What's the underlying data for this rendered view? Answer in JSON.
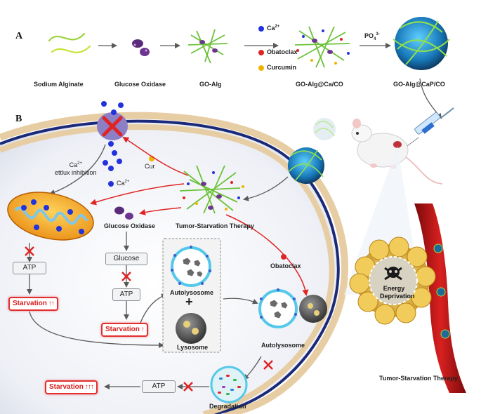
{
  "panel_a": {
    "label": "A",
    "steps": [
      {
        "name": "Sodium Alginate"
      },
      {
        "name": "Glucose Oxidase"
      },
      {
        "name": "GO-Alg"
      },
      {
        "name": "GO-Alg@Ca/CO"
      },
      {
        "name": "GO-Alg@CaP/CO"
      }
    ],
    "reagents": [
      {
        "name": "Ca",
        "sup": "2+",
        "color": "#2233dd"
      },
      {
        "name": "Obatoclax",
        "color": "#e02424"
      },
      {
        "name": "Curcumin",
        "color": "#f0b400"
      }
    ],
    "phosphate": {
      "name": "PO",
      "sub": "4",
      "sup": "3-"
    }
  },
  "panel_b": {
    "label": "B",
    "ca_efflux": {
      "name": "Ca",
      "sup": "2+",
      "text": "ettlux inhibition"
    },
    "cur": "Cur",
    "ca_ion": {
      "name": "Ca",
      "sup": "2+"
    },
    "glucose_oxidase": "Glucose Oxidase",
    "therapy_center": "Tumor-Starvation Therapy",
    "glucose": "Glucose",
    "atp_left": "ATP",
    "atp_mid": "ATP",
    "atp_bottom": "ATP",
    "starvation_left": {
      "text": "Starvation",
      "arrows": "↑↑"
    },
    "starvation_mid": {
      "text": "Starvation",
      "arrows": "↑"
    },
    "starvation_bottom": {
      "text": "Starvation",
      "arrows": "↑↑↑"
    },
    "autolysosome_1": "Autolysosome",
    "plus": "+",
    "lysosome": "Lysosome",
    "obatoclax": "Obatoclax",
    "autolysosome_2": "Autolysosome",
    "degradation": "Degradation",
    "energy": "Energy",
    "deprivation": "Deprivation",
    "therapy_right": "Tumor-Starvation Therapy"
  },
  "colors": {
    "arrow_red": "#e02424",
    "arrow_gray": "#5a5a5a",
    "membrane_blue": "#1b2a78",
    "calcium_blue": "#2233dd",
    "alginate_green": "#6cc23a"
  }
}
